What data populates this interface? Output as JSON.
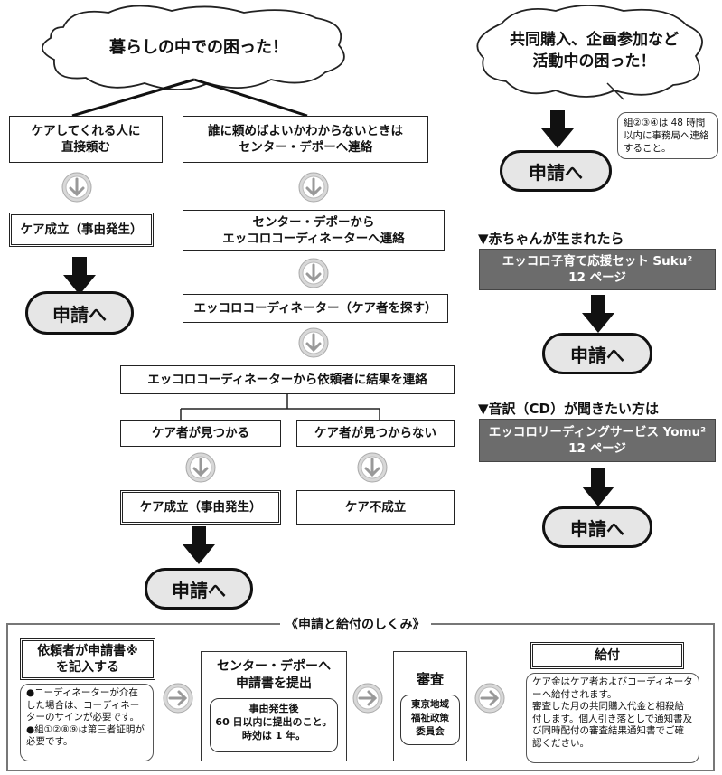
{
  "left_cloud": "暮らしの中での困った！",
  "right_cloud": "共同購入、企画参加など\n活動中の困った！",
  "cloud_note": "組②③④は 48 時間以内に事務局へ連絡すること。",
  "flow": {
    "care_direct": "ケアしてくれる人に\n直接頼む",
    "contact_center": "誰に頼めばよいかわからないときは\nセンター・デポーへ連絡",
    "care_success": "ケア成立（事由発生）",
    "center_to_coord": "センター・デポーから\nエッコロコーディネーターへ連絡",
    "coord_search": "エッコロコーディネーター（ケア者を探す）",
    "coord_result": "エッコロコーディネーターから依頼者に結果を連絡",
    "found": "ケア者が見つかる",
    "not_found": "ケア者が見つからない",
    "care_success_2": "ケア成立（事由発生）",
    "care_fail": "ケア不成立",
    "apply": "申請へ"
  },
  "right": {
    "baby_heading": "▼赤ちゃんが生まれたら",
    "baby_box": "エッコロ子育て応援セット Suku²\n12 ページ",
    "audio_heading": "▼音訳（CD）が聞きたい方は",
    "audio_box": "エッコロリーディングサービス Yomu²\n12 ページ",
    "apply": "申請へ"
  },
  "bottom": {
    "title": "《申請と給付のしくみ》",
    "step1_title": "依頼者が申請書※\nを記入する",
    "step1_note": "●コーディネーターが介在した場合は、コーディネーターのサインが必要です。\n●組①②⑧⑨は第三者証明が必要です。",
    "step2_title": "センター・デポーへ\n申請書を提出",
    "step2_note": "事由発生後\n60 日以内に提出のこと。\n時効は 1 年。",
    "step3_title": "審査",
    "step3_note": "東京地域\n福祉政策\n委員会",
    "step4_title": "給付",
    "step4_note": "ケア金はケア者およびコーディネーターへ給付されます。\n審査した月の共同購入代金と相殺給付します。個人引き落としで通知書及び同時配付の審査結果通知書でご確認ください。"
  }
}
